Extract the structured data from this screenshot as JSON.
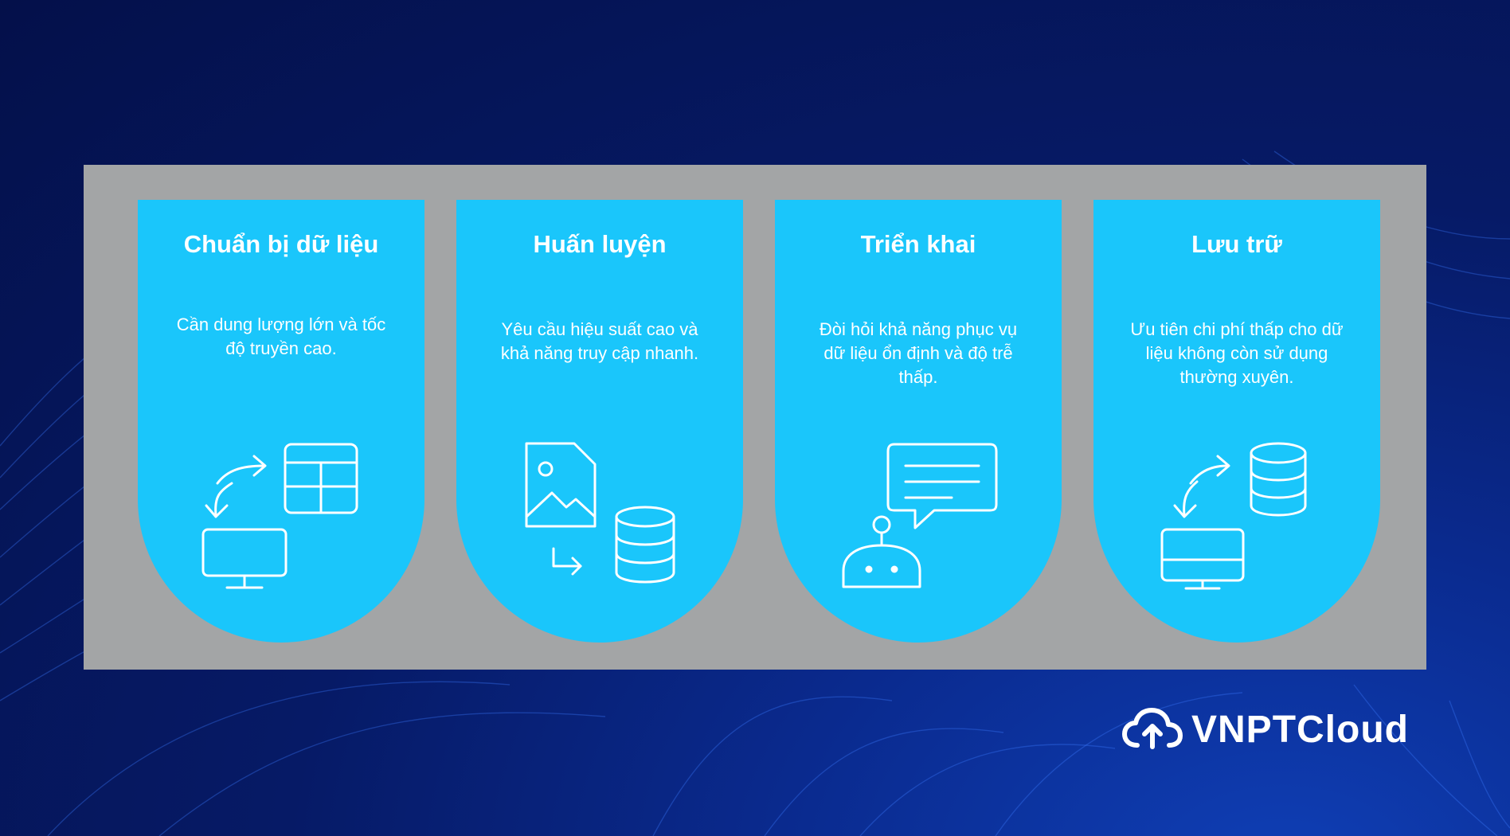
{
  "cards": [
    {
      "title": "Chuẩn bị dữ liệu",
      "description": "Cần dung lượng lớn và tốc độ truyền cao.",
      "icon": "transfer-table-monitor-icon"
    },
    {
      "title": "Huấn luyện",
      "description": "Yêu cầu hiệu suất cao và khả năng truy cập nhanh.",
      "icon": "image-file-database-icon"
    },
    {
      "title": "Triển khai",
      "description": "Đòi hỏi khả năng phục vụ dữ liệu ổn định và độ trễ thấp.",
      "icon": "robot-chat-icon"
    },
    {
      "title": "Lưu trữ",
      "description": "Ưu tiên chi phí thấp cho dữ liệu không còn sử dụng thường xuyên.",
      "icon": "database-monitor-icon"
    }
  ],
  "brand": {
    "name": "VNPTCloud"
  },
  "colors": {
    "card": "#1ac6fb",
    "panel": "#a3a5a6",
    "background": "#061a66"
  }
}
